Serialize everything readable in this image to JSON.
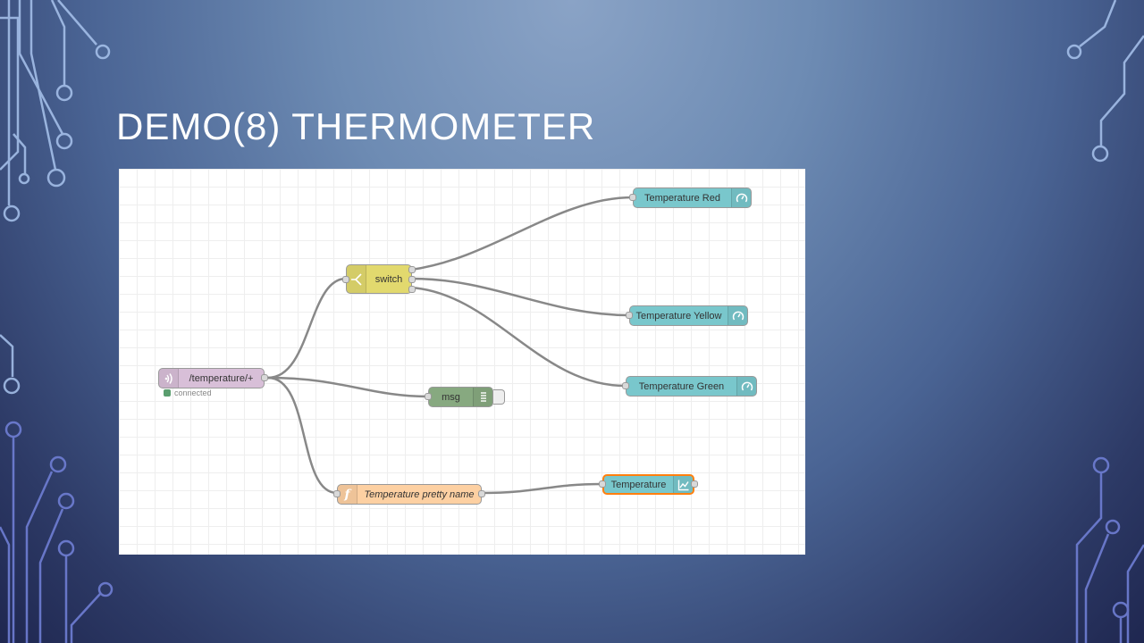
{
  "slide": {
    "title": "DEMO(8) THERMOMETER"
  },
  "colors": {
    "mqtt_in": "#d8bfd8",
    "switch": "#e2d96e",
    "gauge": "#79c7cc",
    "debug": "#87a980",
    "function": "#fdd0a2",
    "chart": "#79c7cc",
    "chart_border": "#ff7f0e",
    "status_connected": "#5a9e6f"
  },
  "flow": {
    "mqtt_in": {
      "label": "/temperature/+",
      "status": "connected",
      "icon": "mqtt-wireless-icon"
    },
    "switch": {
      "label": "switch",
      "icon": "switch-fork-icon"
    },
    "gauge_red": {
      "label": "Temperature Red",
      "icon": "gauge-icon"
    },
    "gauge_yellow": {
      "label": "Temperature Yellow",
      "icon": "gauge-icon"
    },
    "gauge_green": {
      "label": "Temperature Green",
      "icon": "gauge-icon"
    },
    "debug": {
      "label": "msg",
      "icon": "debug-list-icon"
    },
    "function": {
      "label": "Temperature pretty name",
      "icon": "function-f-icon"
    },
    "chart": {
      "label": "Temperature",
      "icon": "chart-line-icon"
    }
  }
}
